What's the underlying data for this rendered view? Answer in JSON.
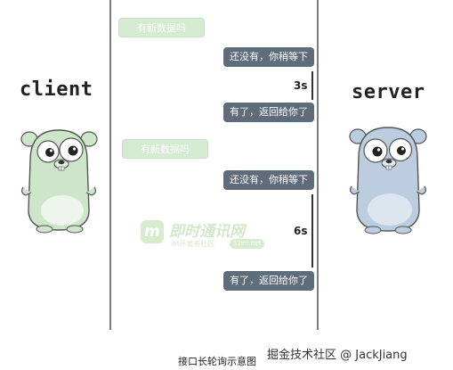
{
  "actors": {
    "client": "client",
    "server": "server"
  },
  "messages": [
    {
      "text": "有新数据吗",
      "kind": "request"
    },
    {
      "text": "还没有，你稍等下",
      "kind": "response"
    },
    {
      "text": "有了，返回给你了",
      "kind": "response"
    },
    {
      "text": "有新数据吗",
      "kind": "request"
    },
    {
      "text": "还没有，你稍等下",
      "kind": "response"
    },
    {
      "text": "有了，返回给你了",
      "kind": "response"
    }
  ],
  "waits": [
    "3s",
    "6s"
  ],
  "caption": "接口长轮询示意图",
  "credit": "掘金技术社区 @ JackJiang",
  "watermark": {
    "logo_letter": "m",
    "brand": "即时通讯网",
    "sub": "IM开发者社区",
    "badge": "52im.net"
  },
  "colors": {
    "request_bubble": "#d4ebd2",
    "response_bubble": "#5f6c7a",
    "client_gopher": "#cde5c8",
    "server_gopher": "#bccde0",
    "lifeline": "#7d7d7d"
  }
}
